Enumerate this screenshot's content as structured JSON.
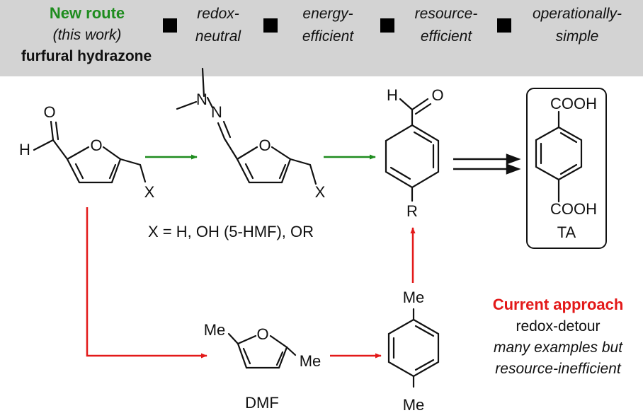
{
  "banner": {
    "title": "New route",
    "subtitle": "(this work)",
    "compound": "furfural hydrazone",
    "features": [
      {
        "line1": "redox-",
        "line2": "neutral"
      },
      {
        "line1": "energy-",
        "line2": "efficient"
      },
      {
        "line1": "resource-",
        "line2": "efficient"
      },
      {
        "line1": "operationally-",
        "line2": "simple"
      }
    ]
  },
  "labels": {
    "x_definition": "X = H, OH (5-HMF), OR",
    "dmf": "DMF",
    "ta": "TA",
    "current_title": "Current approach",
    "current_line1": "redox-detour",
    "current_line2": "many examples but",
    "current_line3": "resource-inefficient"
  },
  "atoms": {
    "O": "O",
    "H": "H",
    "X": "X",
    "N": "N",
    "R": "R",
    "Me": "Me",
    "COOH": "COOH"
  },
  "colors": {
    "green": "#1e8c1e",
    "red": "#e31919",
    "banner": "#d3d3d3"
  }
}
